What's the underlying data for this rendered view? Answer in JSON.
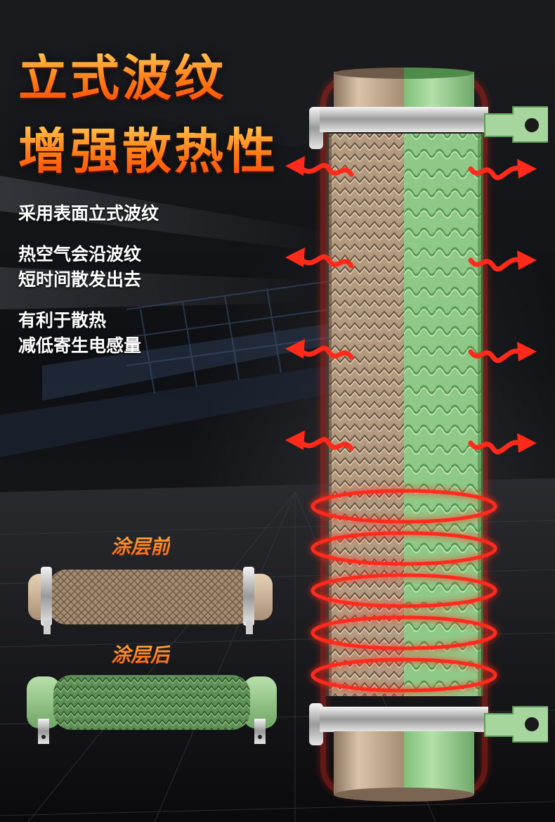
{
  "headline": {
    "line1": "立式波纹",
    "line2": "增强散热性"
  },
  "bullets": [
    {
      "lines": [
        "采用表面立式波纹"
      ]
    },
    {
      "lines": [
        "热空气会沿波纹",
        "短时间散发出去"
      ]
    },
    {
      "lines": [
        "有利于散热",
        "减低寄生电感量"
      ]
    }
  ],
  "labels": {
    "before": "涂层前",
    "after": "涂层后"
  },
  "icons": [
    "heat-wave-arrow-icon"
  ],
  "colors": {
    "accent_orange": "#ff7a1a",
    "coated_green": "#8ec58a",
    "uncoated_tan": "#b8a086",
    "heat_red": "#ff2a1a",
    "text_white": "#ffffff"
  }
}
